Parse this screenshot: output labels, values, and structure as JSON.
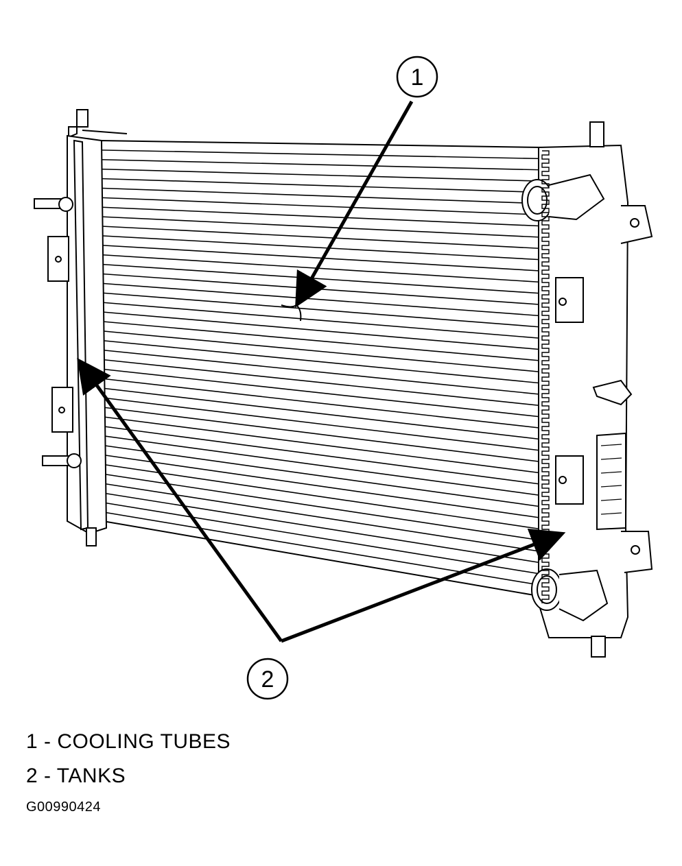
{
  "callouts": {
    "one": "1",
    "two": "2"
  },
  "legend": [
    {
      "number": "1",
      "text": "1 - COOLING TUBES"
    },
    {
      "number": "2",
      "text": "2 - TANKS"
    }
  ],
  "figure_id": "G00990424",
  "colors": {
    "ink": "#000000",
    "paper": "#ffffff"
  }
}
